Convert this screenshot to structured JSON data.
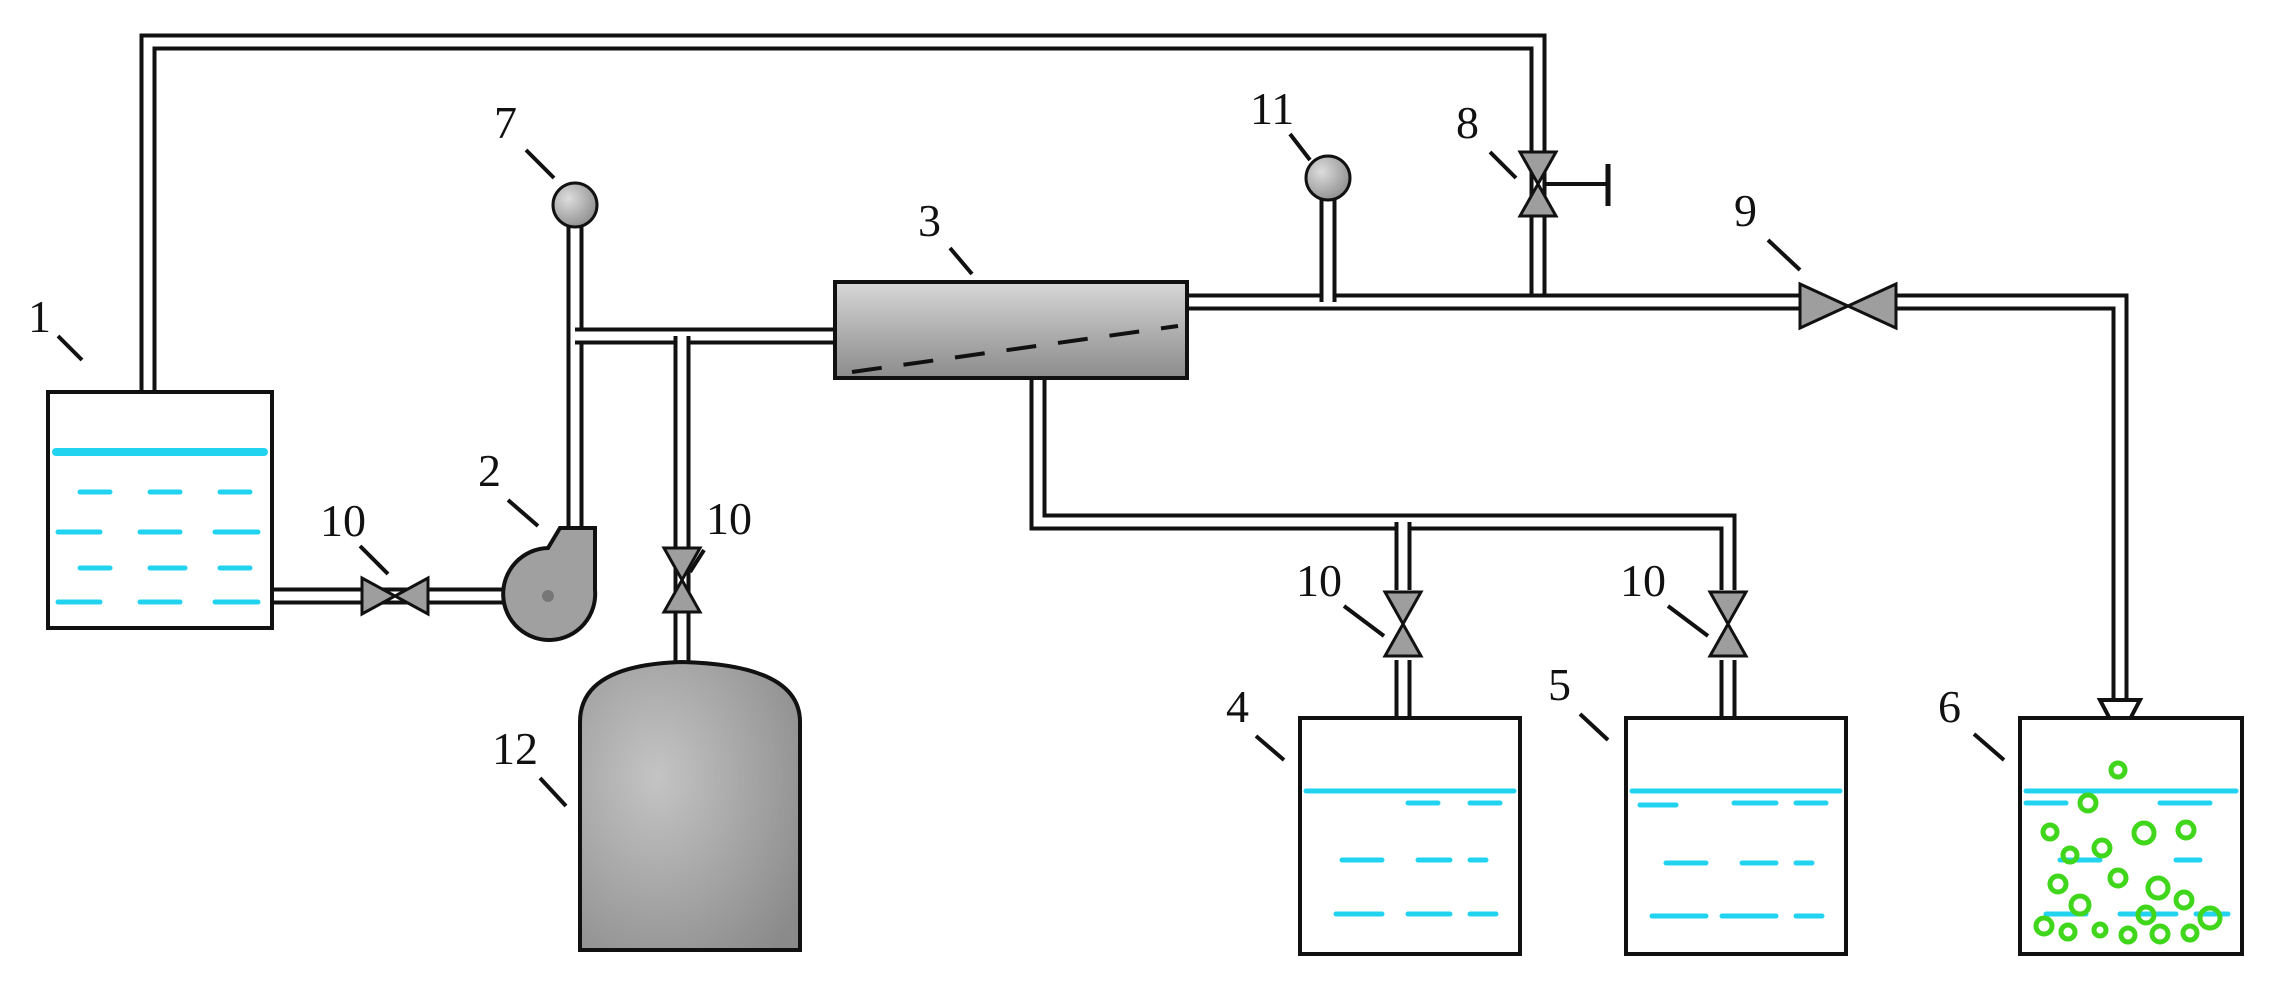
{
  "diagram": {
    "components": {
      "tank_1": {
        "label": "1"
      },
      "pump_2": {
        "label": "2"
      },
      "membrane_module_3": {
        "label": "3"
      },
      "tank_4": {
        "label": "4"
      },
      "tank_5": {
        "label": "5"
      },
      "tank_6": {
        "label": "6"
      },
      "gauge_7": {
        "label": "7"
      },
      "valve_8": {
        "label": "8"
      },
      "valve_9": {
        "label": "9"
      },
      "valve_10_feed": {
        "label": "10"
      },
      "valve_10_gas": {
        "label": "10"
      },
      "valve_10_tank4": {
        "label": "10"
      },
      "valve_10_tank5": {
        "label": "10"
      },
      "gauge_11": {
        "label": "11"
      },
      "gas_cylinder_12": {
        "label": "12"
      }
    },
    "colors": {
      "water": "#22d3f0",
      "bubbles": "#3fd61c",
      "equipment_gray": "#9e9e9e",
      "outline": "#111111"
    }
  }
}
